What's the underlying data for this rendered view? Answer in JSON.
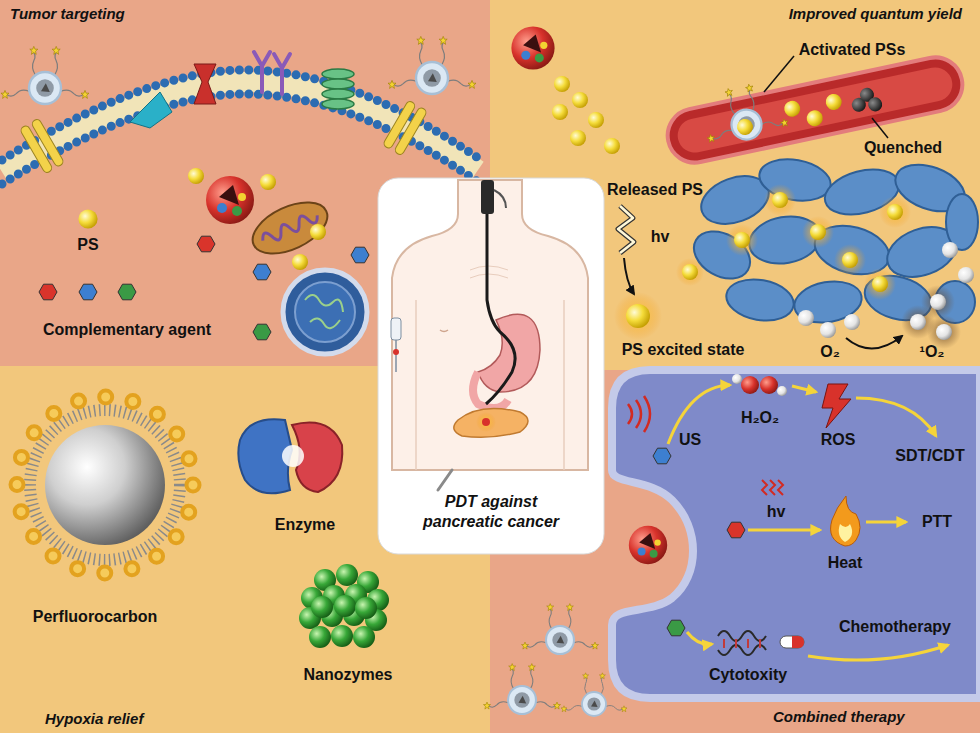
{
  "diagram": {
    "nodes": [
      {
        "text": [
          "Tumor targeting"
        ]
      },
      {
        "text": [
          "Improved quantum yield"
        ]
      },
      {
        "text": [
          "PDT against pancreatic cancer"
        ]
      },
      {
        "text": [
          "Hypoxia relief"
        ]
      },
      {
        "text": [
          "Combined therapy"
        ]
      }
    ],
    "labels": [
      "PS",
      "Complementary agent",
      "Activated PSs",
      "Quenched",
      "Released PS",
      "hv",
      "PS excited state",
      "O₂",
      "¹O₂",
      "Perfluorocarbon",
      "Enzyme",
      "Nanozymes",
      "H₂O₂",
      "US",
      "ROS",
      "SDT/CDT",
      "hv",
      "Heat",
      "PTT",
      "Chemotherapy",
      "Cytotoxity"
    ]
  }
}
